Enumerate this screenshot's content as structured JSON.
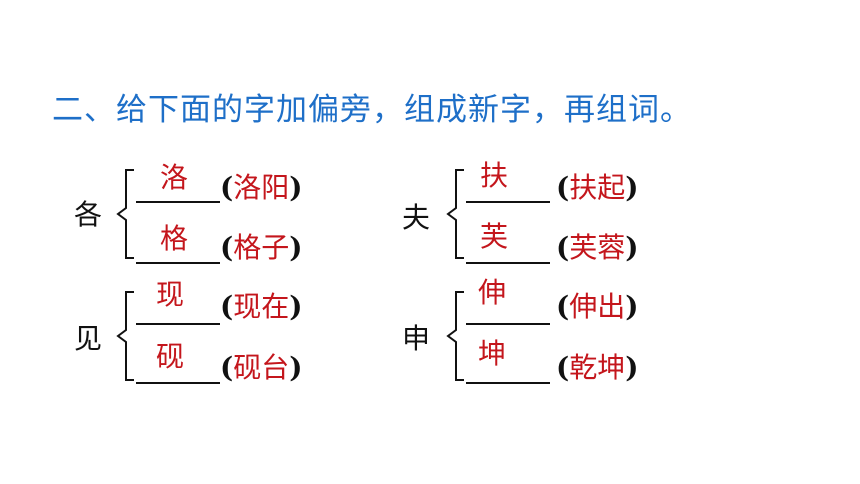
{
  "title": "二、给下面的字加偏旁，组成新字，再组词。",
  "groups": [
    {
      "base": "各",
      "rows": [
        {
          "char": "洛",
          "word": "洛阳"
        },
        {
          "char": "格",
          "word": "格子"
        }
      ]
    },
    {
      "base": "夫",
      "rows": [
        {
          "char": "扶",
          "word": "扶起"
        },
        {
          "char": "芙",
          "word": "芙蓉"
        }
      ]
    },
    {
      "base": "见",
      "rows": [
        {
          "char": "现",
          "word": "现在"
        },
        {
          "char": "砚",
          "word": "砚台"
        }
      ]
    },
    {
      "base": "申",
      "rows": [
        {
          "char": "伸",
          "word": "伸出"
        },
        {
          "char": "坤",
          "word": "乾坤"
        }
      ]
    }
  ],
  "colors": {
    "title": "#1e6fc8",
    "answer": "#c4161c",
    "text": "#111111"
  }
}
